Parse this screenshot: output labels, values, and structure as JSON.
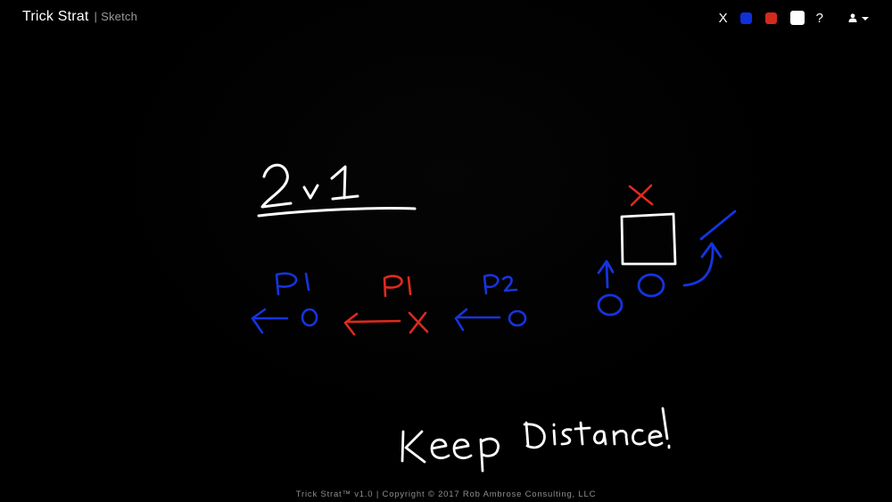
{
  "app": {
    "title": "Trick Strat",
    "separator": "|",
    "subtitle": "Sketch"
  },
  "toolbar": {
    "clear_label": "X",
    "help_label": "?",
    "colors": {
      "blue": "#1030d8",
      "red": "#d42a1c",
      "white": "#ffffff"
    },
    "user_icon": "user-icon",
    "caret_icon": "caret-down-icon"
  },
  "sketch": {
    "stroke_colors": {
      "white": "#ffffff",
      "red": "#e02a1c",
      "blue": "#1534e0"
    },
    "labels": {
      "formation": "2v1",
      "player1_blue": "P1",
      "player1_red": "P1",
      "player2_blue": "P2",
      "note": "Keep Distance!"
    }
  },
  "footer": {
    "text": "Trick Strat™ v1.0 | Copyright © 2017 Rob Ambrose Consulting, LLC"
  }
}
